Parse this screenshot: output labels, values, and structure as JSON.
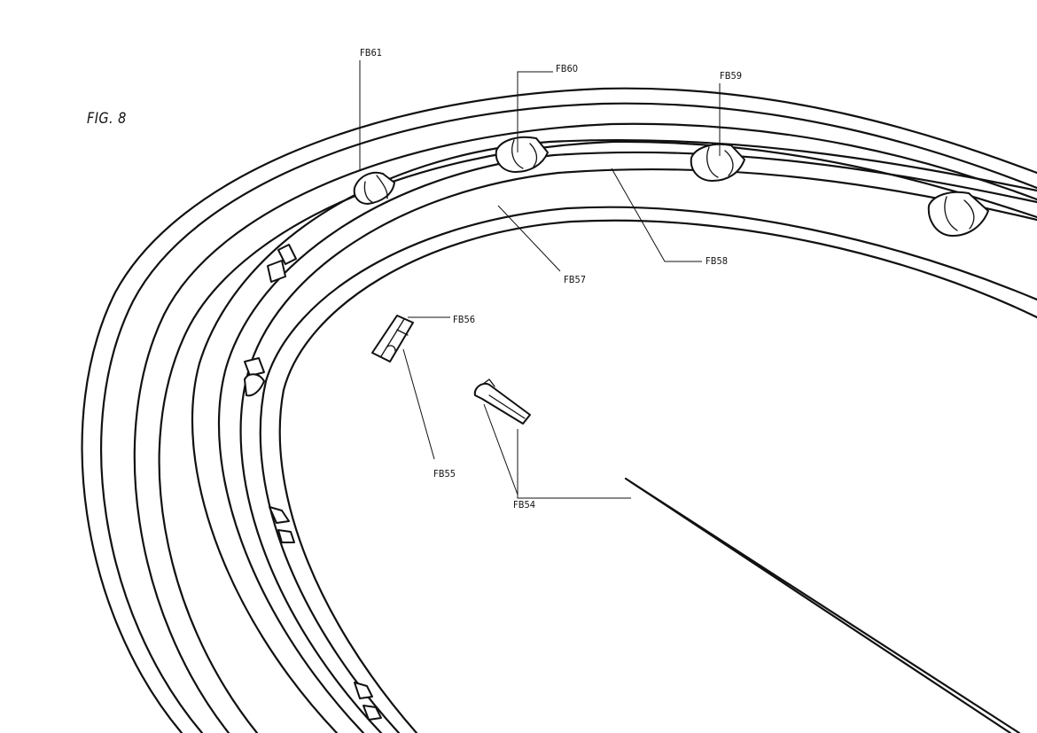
{
  "figure": {
    "title": "FIG. 8"
  },
  "labels": {
    "fb54": "FB54",
    "fb55": "FB55",
    "fb56": "FB56",
    "fb57": "FB57",
    "fb58": "FB58",
    "fb59": "FB59",
    "fb60": "FB60",
    "fb61": "FB61"
  }
}
